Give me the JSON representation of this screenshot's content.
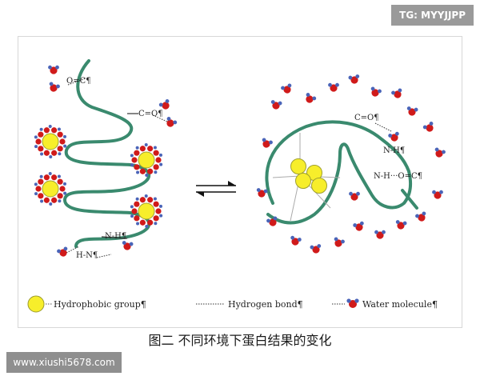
{
  "watermarks": {
    "tag": "TG: MYYJJPP",
    "site": "www.xiushi5678.com"
  },
  "caption": "图二 不同环境下蛋白结果的变化",
  "left_structure": {
    "labels": [
      "O=C¶",
      "C=O¶",
      "N-H¶",
      "H-N¶"
    ]
  },
  "right_structure": {
    "labels": [
      "C=O¶",
      "N-H¶",
      "N-H···O=C¶"
    ]
  },
  "legend": {
    "hydrophobic": "Hydrophobic group¶",
    "hbond": "Hydrogen bond¶",
    "water": "Water molecule¶"
  },
  "colors": {
    "chain": "#3a8a6e",
    "hydrophobic": "#f7ee2b",
    "water_o": "#d01a1a",
    "water_h": "#4a64b8"
  }
}
